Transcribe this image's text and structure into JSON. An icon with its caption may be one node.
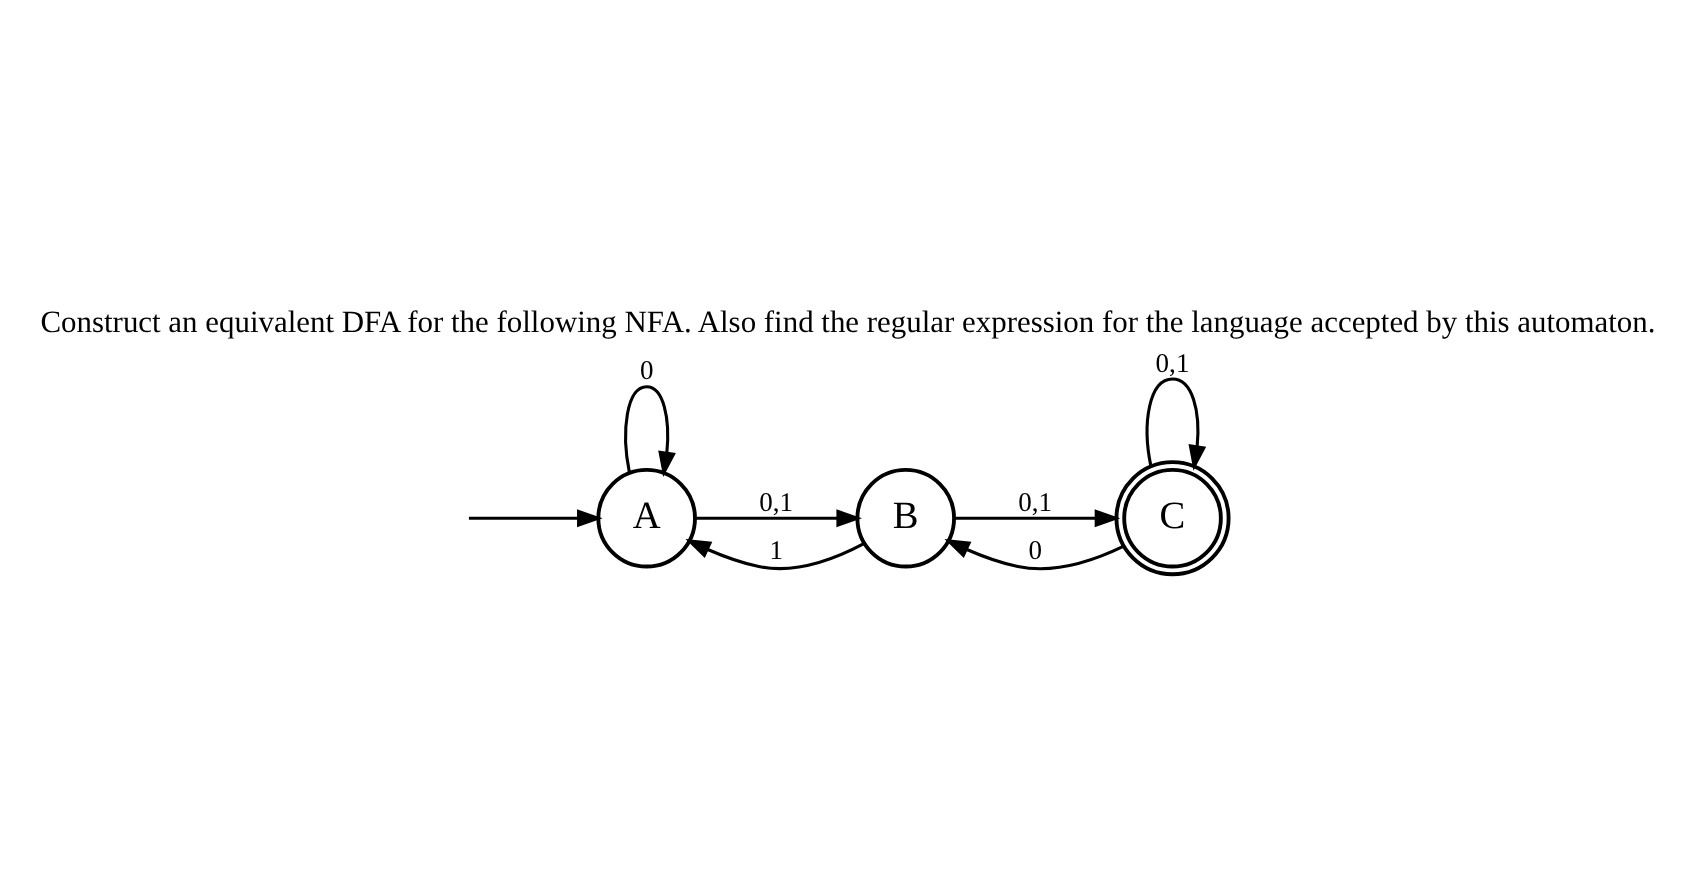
{
  "diagram": {
    "title": "Construct an equivalent DFA for the following NFA. Also find the regular expression for the language accepted by this automaton.",
    "nodes": [
      {
        "text": [
          "A"
        ]
      },
      {
        "text": [
          "B"
        ]
      },
      {
        "text": [
          "C"
        ]
      }
    ],
    "edges": [
      {
        "from": null,
        "to": 0,
        "arrow": "to"
      },
      {
        "from": 0,
        "to": 0,
        "arrow": "to",
        "label": "0"
      },
      {
        "from": 0,
        "to": 1,
        "arrow": "to",
        "label": "0,1"
      },
      {
        "from": 1,
        "to": 0,
        "arrow": "to",
        "label": "1"
      },
      {
        "from": 1,
        "to": 2,
        "arrow": "to",
        "label": "0,1"
      },
      {
        "from": 2,
        "to": 1,
        "arrow": "to",
        "label": "0"
      },
      {
        "from": 2,
        "to": 2,
        "arrow": "to",
        "label": "0,1"
      }
    ]
  }
}
